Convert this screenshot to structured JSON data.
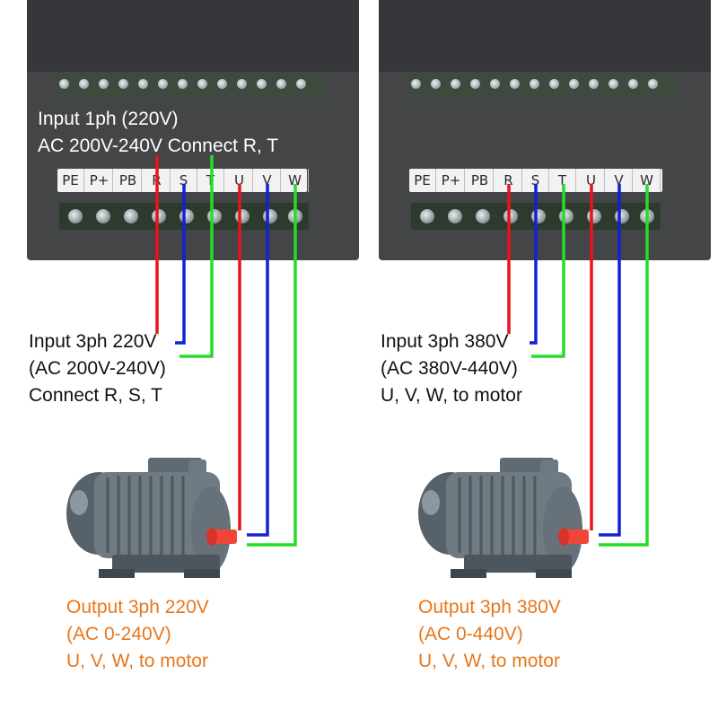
{
  "left": {
    "terminals": [
      "PE",
      "P+",
      "PB",
      "R",
      "S",
      "T",
      "U",
      "V",
      "W"
    ],
    "input_1ph": [
      "Input 1ph (220V)",
      "AC 200V-240V Connect R, T"
    ],
    "input_3ph": [
      "Input 3ph 220V",
      "(AC 200V-240V)",
      "Connect R, S, T"
    ],
    "output": [
      "Output 3ph 220V",
      "(AC 0-240V)",
      "U, V, W, to motor"
    ]
  },
  "right": {
    "terminals": [
      "PE",
      "P+",
      "PB",
      "R",
      "S",
      "T",
      "U",
      "V",
      "W"
    ],
    "input_3ph": [
      "Input 3ph 380V",
      "(AC 380V-440V)",
      "U, V, W, to motor"
    ],
    "output": [
      "Output 3ph 380V",
      "(AC 0-440V)",
      "U, V, W, to motor"
    ]
  },
  "colors": {
    "wire_red": "#e8141c",
    "wire_blue": "#1420d8",
    "wire_green": "#22dd2a",
    "output_text": "#e8771c",
    "inverter_body": "#434547",
    "motor_body": "#6f7a83",
    "motor_shaft": "#f2453a"
  },
  "icons": [
    "motor-icon",
    "terminal-screw-icon"
  ]
}
